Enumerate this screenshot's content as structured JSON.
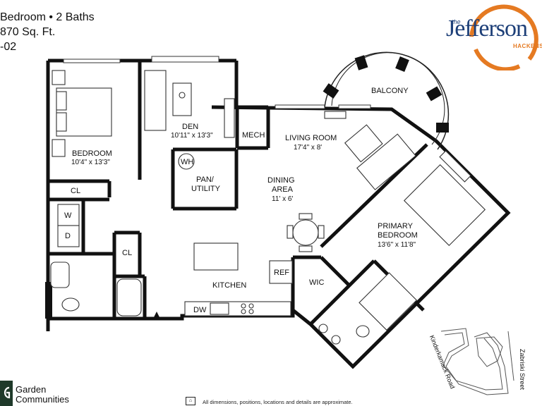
{
  "header": {
    "line1": "Bedroom • 2 Baths",
    "line2": "870 Sq. Ft.",
    "line3": "-02"
  },
  "logo": {
    "small": "the",
    "name": "Jefferson",
    "sub": "HACKENS",
    "colors": {
      "navy": "#1d3f78",
      "orange": "#e57a22"
    }
  },
  "rooms": {
    "bedroom": {
      "name": "BEDROOM",
      "dims": "10'4\" x 13'3\""
    },
    "den": {
      "name": "DEN",
      "dims": "10'11\" x 13'3\""
    },
    "mech": {
      "name": "MECH"
    },
    "living": {
      "name": "LIVING ROOM",
      "dims": "17'4\" x 8'"
    },
    "balcony": {
      "name": "BALCONY"
    },
    "wh": {
      "name": "WH"
    },
    "pantry": {
      "line1": "PAN/",
      "line2": "UTILITY"
    },
    "dining": {
      "line1": "DINING",
      "line2": "AREA",
      "dims": "11' x 6'"
    },
    "cl1": {
      "name": "CL"
    },
    "cl2": {
      "name": "CL"
    },
    "washer": {
      "name": "W"
    },
    "dryer": {
      "name": "D"
    },
    "primary": {
      "line1": "PRIMARY",
      "line2": "BEDROOM",
      "dims": "13'6\" x 11'8\""
    },
    "ref": {
      "name": "REF"
    },
    "wic": {
      "name": "WIC"
    },
    "kitchen": {
      "name": "KITCHEN"
    },
    "dw": {
      "name": "DW"
    }
  },
  "map": {
    "street1": "Kinderkamack Road",
    "street2": "Zabriski Street"
  },
  "footer": {
    "company_line1": "Garden",
    "company_line2": "Communities",
    "note": "All dimensions, positions, locations and details are approximate.",
    "eho_glyph": "⌂"
  }
}
